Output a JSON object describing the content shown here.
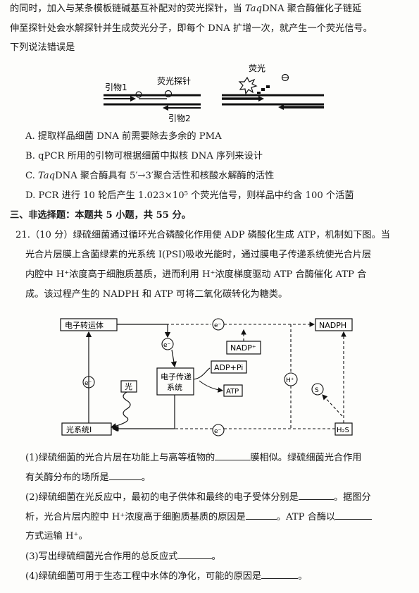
{
  "intro": {
    "line1_pre": "的同时，加入与某条模板链碱基互补配对的荧光探针，当 ",
    "line1_taq": "Taq",
    "line1_post": "DNA 聚合酶催化子链延",
    "line2": "伸至探针处会水解探针并生成荧光分子，即每个 DNA 扩增一次，就产生一个荧光信号。",
    "line3": "下列说法错误是"
  },
  "figure1": {
    "primer1": "引物1",
    "probe": "荧光探针",
    "fluorescence": "荧光",
    "primer2": "引物2"
  },
  "options": {
    "a": "A. 提取样品细菌 DNA 前需要除去多余的 PMA",
    "b": "B. qPCR 所用的引物可根据细菌中拟核 DNA 序列来设计",
    "c_pre": "C. ",
    "c_taq": "Taq",
    "c_post": "DNA 聚合酶具有 5′→3′聚合活性和核酸水解酶的活性",
    "d": "D. PCR 进行 10 轮后产生 1.023×10⁵ 个荧光信号，则样品中约含 100 个活菌"
  },
  "section3": "三、非选择题：本题共 5 小题，共 55 分。",
  "q21": {
    "line1": "21.（10 分）绿硫细菌通过循环光合磷酸化作用使 ADP 磷酸化生成 ATP，机制如下图。当",
    "line2": "光合片层膜上含菌绿素的光系统 I(PSI)吸收光能时，通过膜电子传递系统使光合片层",
    "line3": "内腔中 H⁺浓度高于细胞质基质，进而利用 H⁺浓度梯度驱动 ATP 合酶催化 ATP 合",
    "line4": "成。该过程产生的 NADPH 和 ATP 可将二氧化碳转化为糖类。"
  },
  "figure2": {
    "carrier": "电子转运体",
    "electron": "e⁻",
    "nadph": "NADPH",
    "nadp": "NADP⁺",
    "adp": "ADP+Pi",
    "transfer_l1": "电子传递",
    "transfer_l2": "系统",
    "atp": "ATP",
    "light": "光",
    "ps1": "光系统I",
    "h_ion": "H⁺",
    "s": "S",
    "h2s": "H₂S"
  },
  "subq": {
    "q1_a": "(1)绿硫细菌的光合片层在功能上与高等植物的",
    "q1_b": "膜相似。绿硫细菌光合作用",
    "q1_c": "有关酶分布的场所是",
    "q1_d": "。",
    "q2_a": "(2)绿硫细菌在光反应中，最初的电子供体和最终的电子受体分别是",
    "q2_b": "。据图分",
    "q2_c": "析，光合片层内腔中 H⁺浓度高于细胞质基质的原因是",
    "q2_d": "。ATP 合酶以",
    "q2_e": "方式运输 H⁺。",
    "q3_a": "(3)写出绿硫细菌光合作用的总反应式",
    "q3_b": "。",
    "q4_a": "(4)绿硫细菌可用于生态工程中水体的净化，可能的原因是",
    "q4_b": "。"
  }
}
